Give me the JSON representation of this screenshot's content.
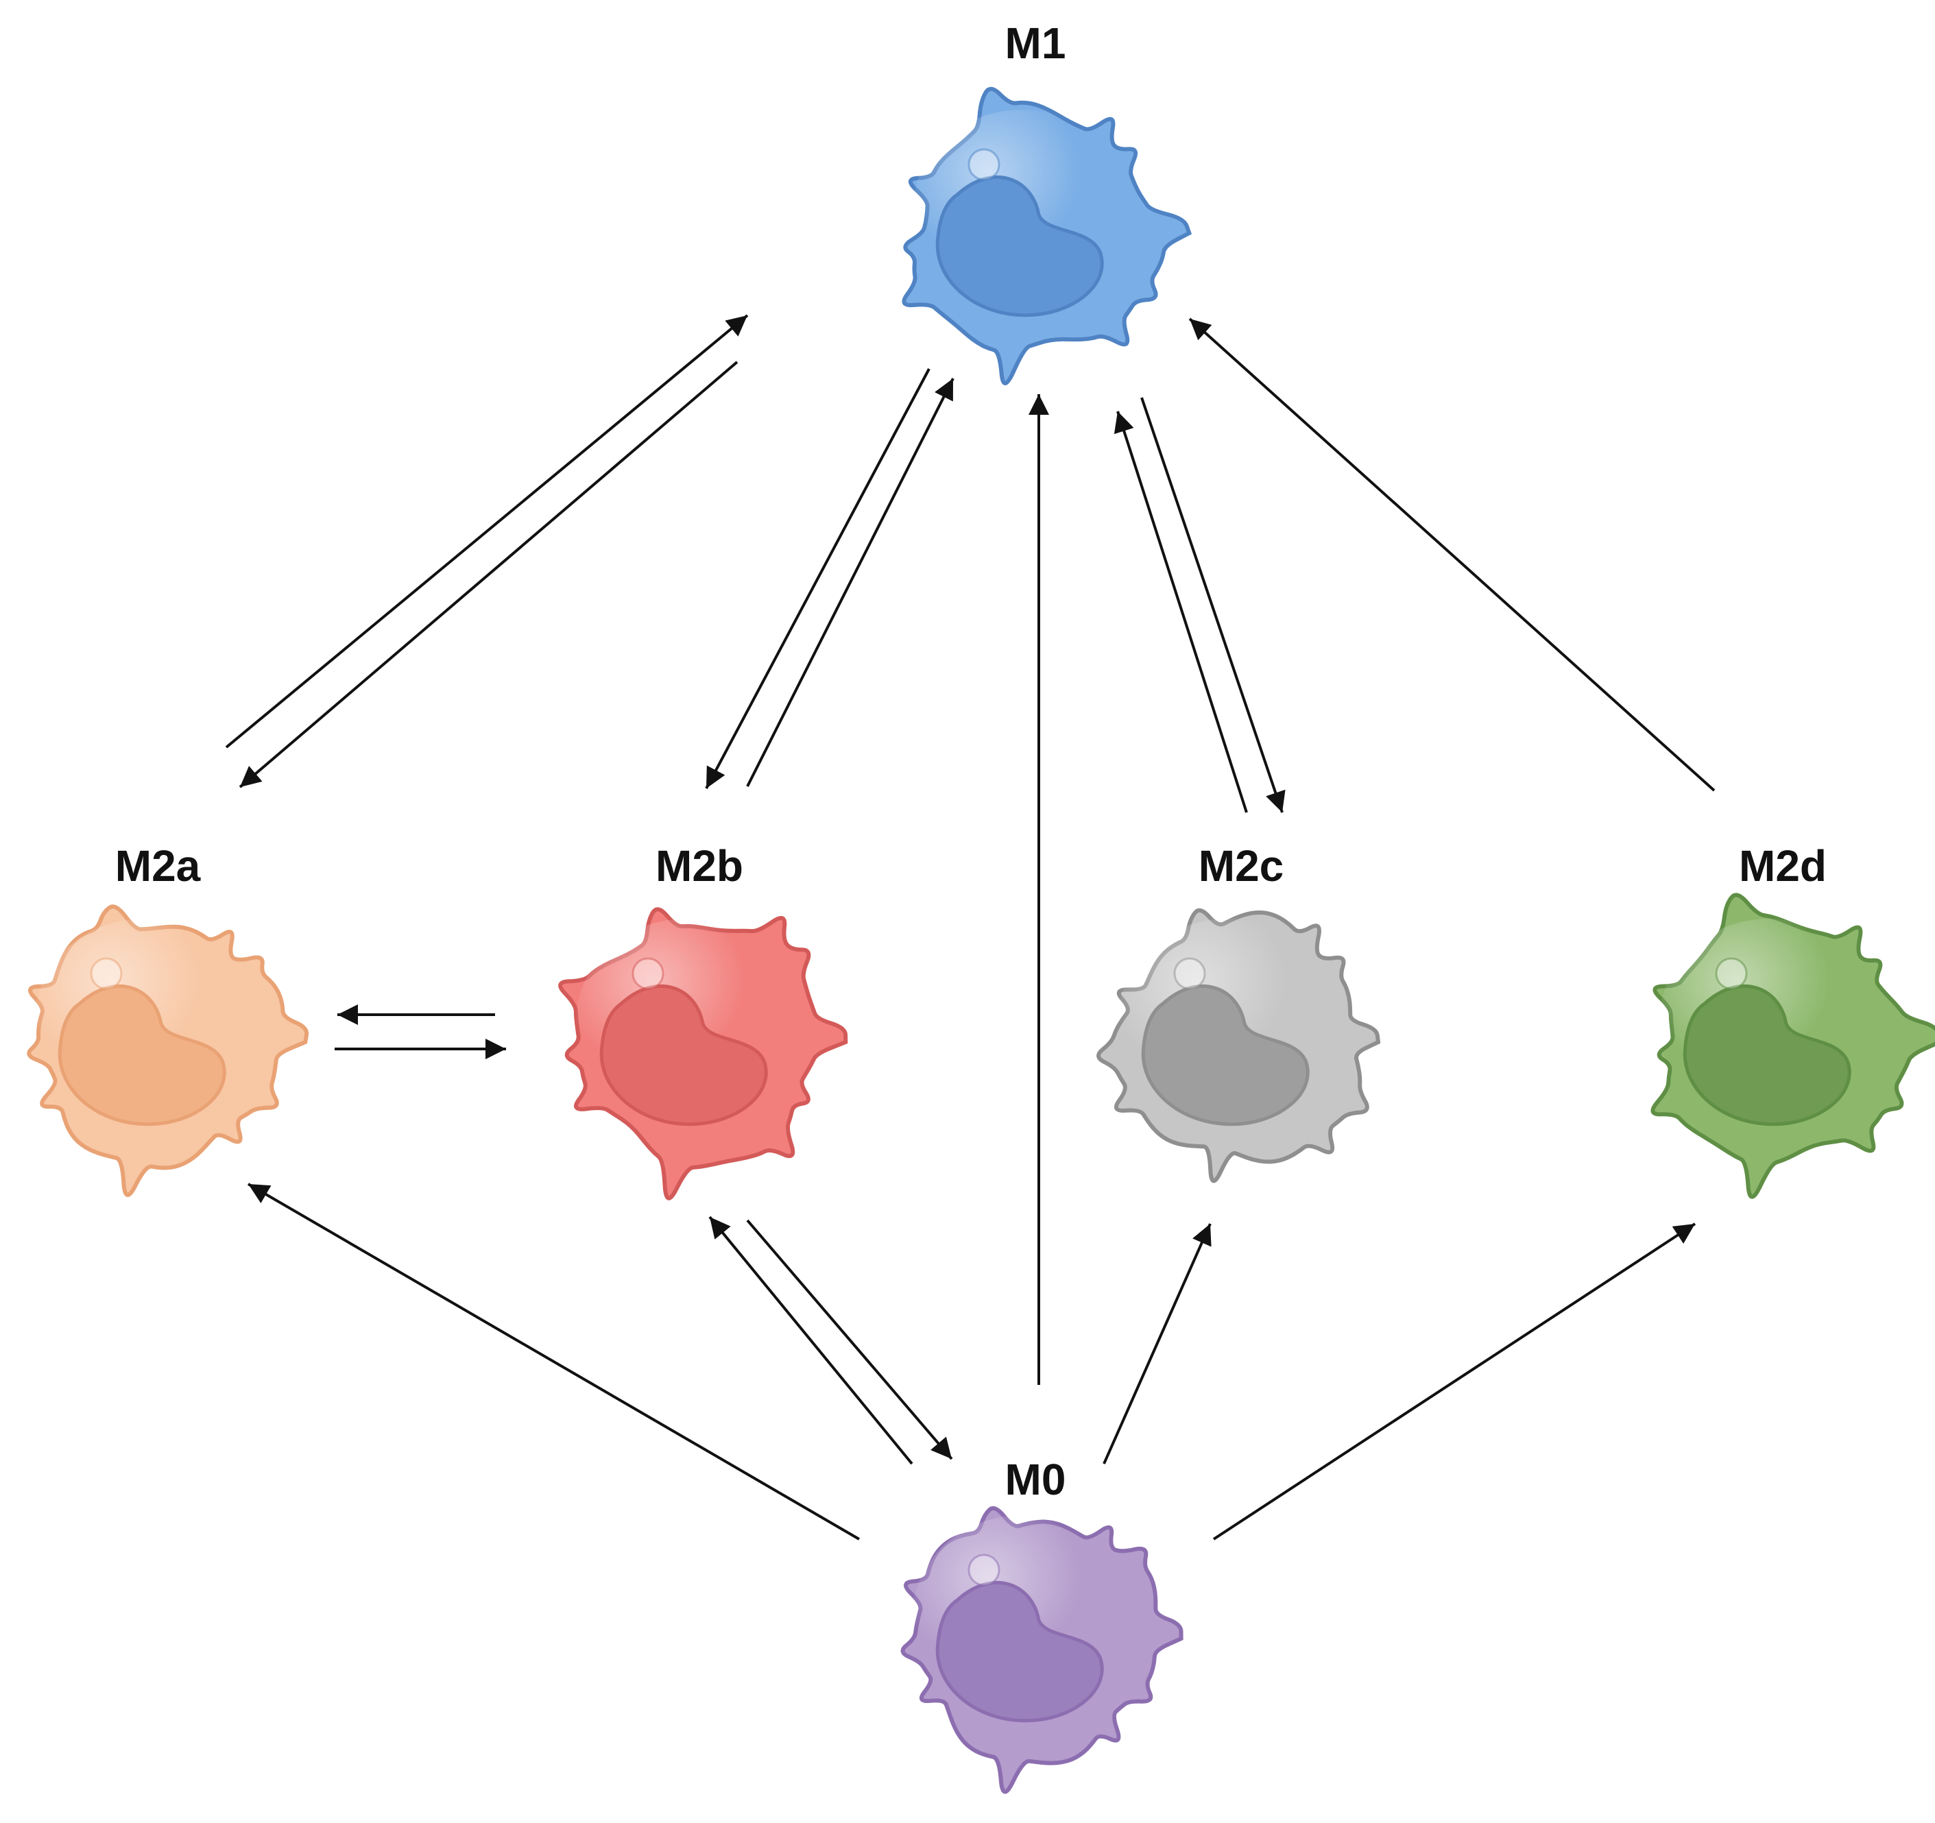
{
  "nodes": [
    {
      "id": "M1",
      "label": "M1",
      "fill": "#7aaee6",
      "dark": "#4f83c4",
      "nucleus": "#5f95d4"
    },
    {
      "id": "M2a",
      "label": "M2a",
      "fill": "#f8c7a4",
      "dark": "#e9a274",
      "nucleus": "#f1b184"
    },
    {
      "id": "M2b",
      "label": "M2b",
      "fill": "#f27f7c",
      "dark": "#d35a58",
      "nucleus": "#e26b69"
    },
    {
      "id": "M2c",
      "label": "M2c",
      "fill": "#c6c6c6",
      "dark": "#8f8f8f",
      "nucleus": "#9e9e9e"
    },
    {
      "id": "M2d",
      "label": "M2d",
      "fill": "#8db86c",
      "dark": "#5f8f45",
      "nucleus": "#6f9c52"
    },
    {
      "id": "M0",
      "label": "M0",
      "fill": "#b49ccc",
      "dark": "#8c6eb0",
      "nucleus": "#9a80bc"
    }
  ],
  "edges": [
    {
      "from": "M2a",
      "to": "M1"
    },
    {
      "from": "M1",
      "to": "M2a"
    },
    {
      "from": "M1",
      "to": "M2b"
    },
    {
      "from": "M2b",
      "to": "M1"
    },
    {
      "from": "M0",
      "to": "M1"
    },
    {
      "from": "M2c",
      "to": "M1"
    },
    {
      "from": "M1",
      "to": "M2c"
    },
    {
      "from": "M2d",
      "to": "M1"
    },
    {
      "from": "M2b",
      "to": "M2a"
    },
    {
      "from": "M2a",
      "to": "M2b"
    },
    {
      "from": "M0",
      "to": "M2a"
    },
    {
      "from": "M0",
      "to": "M2b"
    },
    {
      "from": "M2b",
      "to": "M0"
    },
    {
      "from": "M0",
      "to": "M2c"
    },
    {
      "from": "M0",
      "to": "M2d"
    }
  ]
}
